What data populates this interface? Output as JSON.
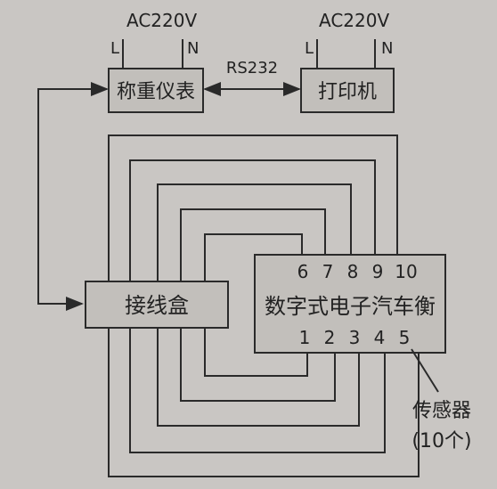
{
  "power": {
    "supply": "AC220V",
    "live": "L",
    "neutral": "N"
  },
  "link": {
    "protocol": "RS232"
  },
  "nodes": {
    "weighing_instrument": "称重仪表",
    "printer": "打印机",
    "junction_box": "接线盒",
    "truck_scale": "数字式电子汽车衡"
  },
  "terminals": {
    "top": [
      "6",
      "7",
      "8",
      "9",
      "10"
    ],
    "bottom": [
      "1",
      "2",
      "3",
      "4",
      "5"
    ]
  },
  "sensor": {
    "label": "传感器",
    "count": "(10个)"
  },
  "colors": {
    "background": "#c9c6c3",
    "line": "#2a2a2a",
    "box_fill": "#c2bfbb"
  }
}
